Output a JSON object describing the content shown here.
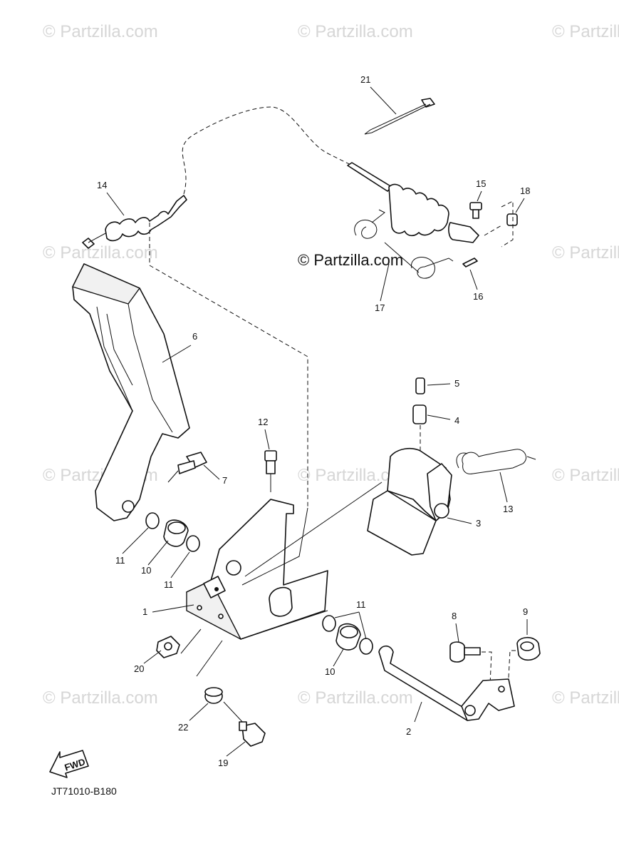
{
  "watermark": {
    "text": "© Partzilla.com"
  },
  "center_watermark": {
    "text": "© Partzilla.com"
  },
  "diagram_code": "JT71010-B180",
  "fwd_label": "FWD",
  "callouts": {
    "p21": "21",
    "p14": "14",
    "p15": "15",
    "p18": "18",
    "p17": "17",
    "p16": "16",
    "p6": "6",
    "p5": "5",
    "p4": "4",
    "p12": "12",
    "p7": "7",
    "p13": "13",
    "p3": "3",
    "p11a": "11",
    "p10a": "10",
    "p11b": "11",
    "p1": "1",
    "p8": "8",
    "p9": "9",
    "p11c": "11",
    "p10b": "10",
    "p20": "20",
    "p22": "22",
    "p2": "2",
    "p19": "19"
  }
}
